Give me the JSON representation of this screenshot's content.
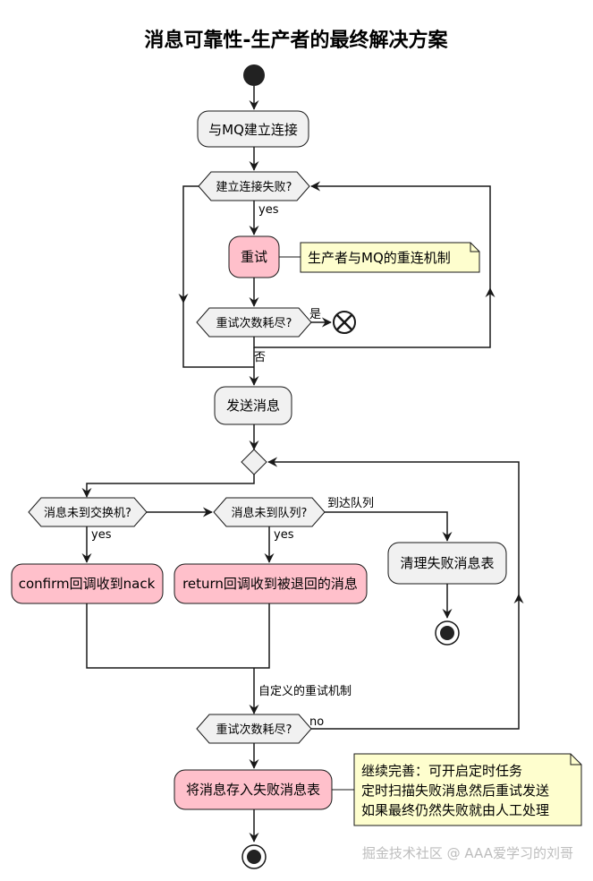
{
  "title": "消息可靠性-生产者的最终解决方案",
  "nodes": {
    "connect_mq": "与MQ建立连接",
    "connect_failed_q": "建立连接失败?",
    "yes1": "yes",
    "retry": "重试",
    "retry_note": "生产者与MQ的重连机制",
    "retry_exhausted_q1": "重试次数耗尽?",
    "is_label": "是",
    "no_label_cn": "否",
    "send_message": "发送消息",
    "not_to_exchange_q": "消息未到交换机?",
    "not_to_queue_q": "消息未到队列?",
    "arrived_queue": "到达队列",
    "yes2": "yes",
    "yes3": "yes",
    "confirm_nack": "confirm回调收到nack",
    "return_callback": "return回调收到被退回的消息",
    "clean_failed_table": "清理失败消息表",
    "custom_retry": "自定义的重试机制",
    "retry_exhausted_q2": "重试次数耗尽?",
    "no_label": "no",
    "save_failed_table": "将消息存入失败消息表",
    "final_note": [
      "继续完善：可开启定时任务",
      "定时扫描失败消息然后重试发送",
      "如果最终仍然失败就由人工处理"
    ]
  },
  "watermark": "掘金技术社区 @ AAA爱学习的刘哥",
  "colors": {
    "activity": "#f1f1f1",
    "highlight": "#ffc0cb",
    "note": "#fefece",
    "line": "#181818"
  }
}
